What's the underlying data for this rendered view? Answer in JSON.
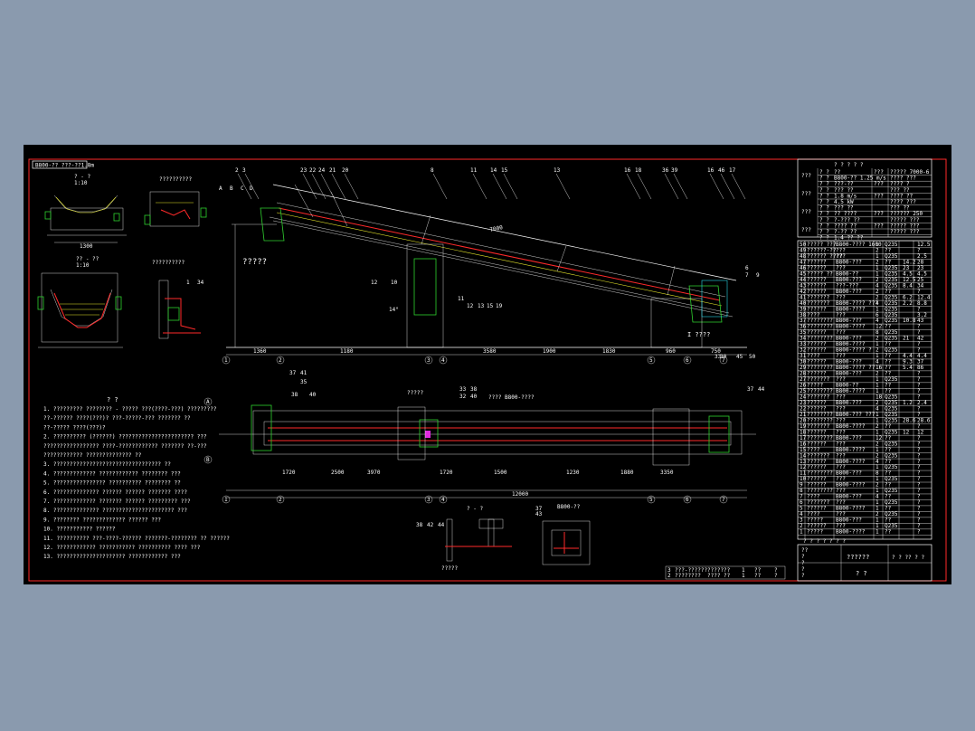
{
  "colors": {
    "background": "#8a9aae",
    "sheet": "#000000",
    "border": "#ff2a2a",
    "lines": "#ffffff",
    "green": "#2fd12f",
    "yellow": "#e6e62a",
    "cyan": "#2ad7e6",
    "magenta": "#e02ae0"
  },
  "title_tag": "B800-?? ???-??1.8m",
  "top_header": "? ? ? ? ?",
  "elevation": {
    "main_label": "?????",
    "part_labels_top": [
      "2",
      "3",
      "23",
      "22",
      "24",
      "21",
      "20",
      "8",
      "11",
      "14",
      "15",
      "13",
      "16",
      "18",
      "36",
      "39",
      "16",
      "46",
      "17"
    ],
    "part_labels_side": [
      "A",
      "B",
      "C",
      "D",
      "6",
      "7",
      "9"
    ],
    "part_labels_bottom": [
      "12",
      "10",
      "11",
      "12",
      "13",
      "15",
      "19",
      "33",
      "30",
      "45",
      "50"
    ],
    "dim_labels": [
      "1360",
      "1180",
      "3580",
      "1900",
      "1830",
      "960",
      "750"
    ],
    "axis_labels": [
      "1",
      "2",
      "3",
      "4",
      "5",
      "6",
      "7"
    ],
    "note": "I ????",
    "slope_text": "7000",
    "angle": "14°"
  },
  "plan": {
    "tags_left": [
      "37",
      "41",
      "35",
      "38",
      "40"
    ],
    "tags_mid": [
      "33",
      "38",
      "32",
      "40",
      "?????"
    ],
    "tags_right": [
      "37",
      "44"
    ],
    "mid_label": "????  B800-????",
    "dim_labels": [
      "1720",
      "2500",
      "3970",
      "1720",
      "1500",
      "1230",
      "1880",
      "3350",
      "12000"
    ],
    "axis_labels": [
      "A",
      "B",
      "1",
      "2",
      "3",
      "4",
      "5",
      "6",
      "7"
    ]
  },
  "notes": {
    "title": "? ?",
    "lines": [
      "1. ?????????  ???????? -  ????? ???(????-???) ?????????",
      "   ??-?????? ????(???)?  ???-?????-??? ??????? ??",
      "   ??-????? ????(???)?",
      "2. ?????????? (??????) ???????????????????????  ???",
      "   ????????????????? ????-???????????? ???????  ??-???",
      "   ???????????? ?????????????? ??",
      "3. ?????????????????????????????????  ??",
      "4. ????????????? ???????????? ???????? ???",
      "5. ???????????????? ?????????? ???????? ??",
      "6. ?????????????? ??????  ?????? ??????? ????",
      "7. ????????????? ??????? ?????? ????????? ???",
      "8. ?????????????? ??????????????????????  ???",
      "9. ????????  ????????????? ?????? ???",
      "10. ??????????? ??????",
      "11. ??????????  ???-????-?????? ???????-???????? ?? ??????",
      "12. ???????????? ??????????? ??????????  ???? ???",
      "13. ????????????????????? ???????????? ???"
    ]
  },
  "details": {
    "detail1_title": "? - ?",
    "detail1_scale": "1:10",
    "detail2_title": "??????????",
    "detail3_title": "?? - ??",
    "detail3_scale": "1:10",
    "detail4_title": "??????????",
    "detail4_labels": [
      "1",
      "34"
    ],
    "section_bottom_title": "? - ?",
    "section_bottom_note": "?????",
    "section_bottom_tags": [
      "38",
      "42",
      "44"
    ],
    "section_right_title": "B800-??",
    "section_right_tags": [
      "37",
      "43"
    ]
  },
  "spec_table": {
    "header_left": [
      "???",
      "???",
      "???",
      "???"
    ],
    "rows": [
      [
        "? ?",
        "??",
        "???",
        "????? 7000-6"
      ],
      [
        "? ?",
        "B800-?? 1.25 m/s",
        "",
        "????  ???"
      ],
      [
        "? ?",
        "???-??",
        "???",
        "????  ?"
      ],
      [
        "? ?",
        "??? ??",
        "",
        "???  ??"
      ],
      [
        "? ?",
        "1.8 m/s",
        "???",
        "????  ??"
      ],
      [
        "? ?",
        "4.5 kW",
        "",
        "????  ???"
      ],
      [
        "? ?",
        "??? ??",
        "",
        "??? ??"
      ],
      [
        "? ?",
        "?? ????",
        "???",
        "?????? 250"
      ],
      [
        "? ?",
        "?-??? ??",
        "",
        "?????  ???"
      ],
      [
        "? ?",
        "???? ??",
        "???",
        "????? ???"
      ],
      [
        "? ?",
        "?-?? ??",
        "",
        "????? ???"
      ],
      [
        "? ?",
        "1.4 ?? ??",
        "",
        ""
      ]
    ]
  },
  "parts_list": {
    "rows": [
      [
        "50",
        "????? ???",
        "B800-???? 1600",
        "1",
        "Q235",
        "",
        "12.5"
      ],
      [
        "49",
        "??????-??",
        "???",
        "2",
        "??",
        "",
        "?"
      ],
      [
        "48",
        "?????? ????",
        "???",
        "1",
        "Q235",
        "",
        "2.5"
      ],
      [
        "47",
        "??????",
        "B800-???",
        "2",
        "??",
        "14.2",
        "28"
      ],
      [
        "46",
        "??????",
        "???",
        "1",
        "Q235",
        "23",
        "23"
      ],
      [
        "45",
        "????? ??",
        "B800-??",
        "1",
        "Q235",
        "4.5",
        "4.5"
      ],
      [
        "44",
        "??????",
        "B800-???",
        "2",
        "Q235",
        "12.5",
        "25"
      ],
      [
        "43",
        "??????",
        "???-???",
        "4",
        "Q235",
        "8.4",
        "34"
      ],
      [
        "42",
        "??????",
        "B800-???",
        "2",
        "??",
        "",
        "?"
      ],
      [
        "41",
        "???????",
        "???",
        "2",
        "Q235",
        "6.2",
        "12.4"
      ],
      [
        "40",
        "???????",
        "B800-???? ???",
        "4",
        "Q235",
        "2.2",
        "8.8"
      ],
      [
        "39",
        "??????",
        "B800-????",
        "1",
        "Q235",
        "",
        "?"
      ],
      [
        "38",
        "????",
        "???",
        "6",
        "Q235",
        "",
        "3.2"
      ],
      [
        "37",
        "????????",
        "B800-???",
        "4",
        "Q235",
        "10.8",
        "43"
      ],
      [
        "36",
        "????????",
        "B800-????",
        "12",
        "??",
        "",
        "?"
      ],
      [
        "35",
        "??????",
        "???",
        "8",
        "Q235",
        "",
        "?"
      ],
      [
        "34",
        "????????",
        "B800-???",
        "2",
        "Q235",
        "21",
        "42"
      ],
      [
        "33",
        "??????",
        "B800-????",
        "1",
        "??",
        "",
        "?"
      ],
      [
        "32",
        "??????",
        "B800-???? ?",
        "2",
        "Q235",
        "",
        "?"
      ],
      [
        "31",
        "????",
        "???",
        "1",
        "??",
        "4.4",
        "4.4"
      ],
      [
        "30",
        "??????",
        "B800-???",
        "4",
        "??",
        "9.3",
        "37"
      ],
      [
        "29",
        "????????",
        "B800-???? ??",
        "16",
        "??",
        "5.4",
        "86"
      ],
      [
        "28",
        "??????",
        "B800-???",
        "2",
        "??",
        "",
        "?"
      ],
      [
        "27",
        "???????",
        "???",
        "1",
        "Q235",
        "",
        "?"
      ],
      [
        "26",
        "?????",
        "B800-??",
        "1",
        "??",
        "",
        "?"
      ],
      [
        "25",
        "????????",
        "B800-????",
        "1",
        "??",
        "",
        "?"
      ],
      [
        "24",
        "???????",
        "???",
        "18",
        "Q235",
        "",
        "?"
      ],
      [
        "23",
        "??????",
        "B800-???",
        "2",
        "Q235",
        "1.2",
        "2.4"
      ],
      [
        "22",
        "??????",
        "???",
        "4",
        "Q235",
        "",
        "?"
      ],
      [
        "21",
        "????????",
        "B800-??? ???",
        "1",
        "Q235",
        "",
        "?"
      ],
      [
        "20",
        "????????",
        "???",
        "1",
        "Q235",
        "28.6",
        "28.6"
      ],
      [
        "19",
        "???????",
        "B800-????",
        "2",
        "??",
        "",
        "?"
      ],
      [
        "18",
        "??????",
        "???",
        "1",
        "Q235",
        "12",
        "12"
      ],
      [
        "17",
        "????????",
        "B800-???",
        "12",
        "??",
        "",
        "?"
      ],
      [
        "16",
        "??????",
        "???",
        "2",
        "Q235",
        "",
        "?"
      ],
      [
        "15",
        "????",
        "B800-????",
        "1",
        "??",
        "",
        "?"
      ],
      [
        "14",
        "???????",
        "???",
        "2",
        "Q235",
        "",
        "?"
      ],
      [
        "13",
        "??????",
        "B800-????",
        "4",
        "??",
        "",
        "?"
      ],
      [
        "12",
        "??????",
        "???",
        "1",
        "Q235",
        "",
        "?"
      ],
      [
        "11",
        "????????",
        "B800-???",
        "8",
        "??",
        "",
        "?"
      ],
      [
        "10",
        "??????",
        "???",
        "1",
        "Q235",
        "",
        "?"
      ],
      [
        "9",
        "??????",
        "B800-????",
        "2",
        "??",
        "",
        "?"
      ],
      [
        "8",
        "????????",
        "???",
        "1",
        "Q235",
        "",
        "?"
      ],
      [
        "7",
        "????",
        "B800-???",
        "4",
        "??",
        "",
        "?"
      ],
      [
        "6",
        "???????",
        "???",
        "1",
        "Q235",
        "",
        "?"
      ],
      [
        "5",
        "??????",
        "B800-????",
        "1",
        "??",
        "",
        "?"
      ],
      [
        "4",
        "????",
        "???",
        "2",
        "Q235",
        "",
        "?"
      ],
      [
        "3",
        "?????",
        "B800-???",
        "1",
        "??",
        "",
        "?"
      ],
      [
        "2",
        "??????",
        "???",
        "1",
        "Q235",
        "",
        "?"
      ],
      [
        "1",
        "?????",
        "B800-????",
        "1",
        "??",
        "",
        "?"
      ]
    ],
    "header": [
      "?",
      "?",
      "?",
      "?",
      "?",
      "?",
      "?"
    ]
  },
  "title_block": {
    "sheet_title": "??????",
    "drawing_no": "? ? ?? ? ?",
    "sub": "? ?",
    "side_labels": [
      "??",
      "?",
      "?",
      "?",
      "?"
    ],
    "ref_rows": [
      [
        "3",
        "???-??????",
        "???????",
        "1",
        "??",
        "?"
      ],
      [
        "2",
        "????????",
        "???? ??",
        "1",
        "??",
        "?"
      ]
    ]
  }
}
